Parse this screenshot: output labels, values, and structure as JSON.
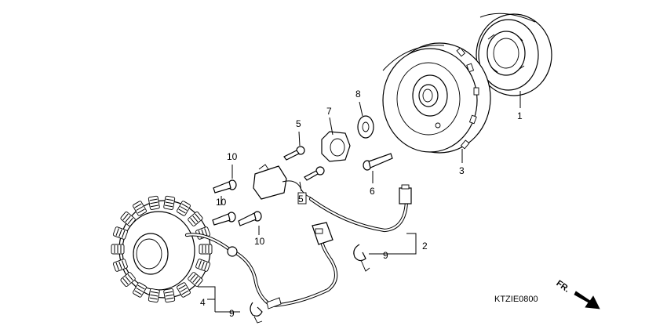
{
  "diagram": {
    "code": "KTZIE0800",
    "direction": "FR.",
    "parts": [
      {
        "ref": "1"
      },
      {
        "ref": "2"
      },
      {
        "ref": "3"
      },
      {
        "ref": "4"
      },
      {
        "ref": "5"
      },
      {
        "ref": "6"
      },
      {
        "ref": "7"
      },
      {
        "ref": "8"
      },
      {
        "ref": "9"
      },
      {
        "ref": "10"
      }
    ],
    "callouts": {
      "c1": "1",
      "c2": "2",
      "c3": "3",
      "c4": "4",
      "c5a": "5",
      "c5b": "5",
      "c6": "6",
      "c7": "7",
      "c8": "8",
      "c9a": "9",
      "c9b": "9",
      "c10a": "10",
      "c10b": "10",
      "c10c": "10"
    }
  }
}
